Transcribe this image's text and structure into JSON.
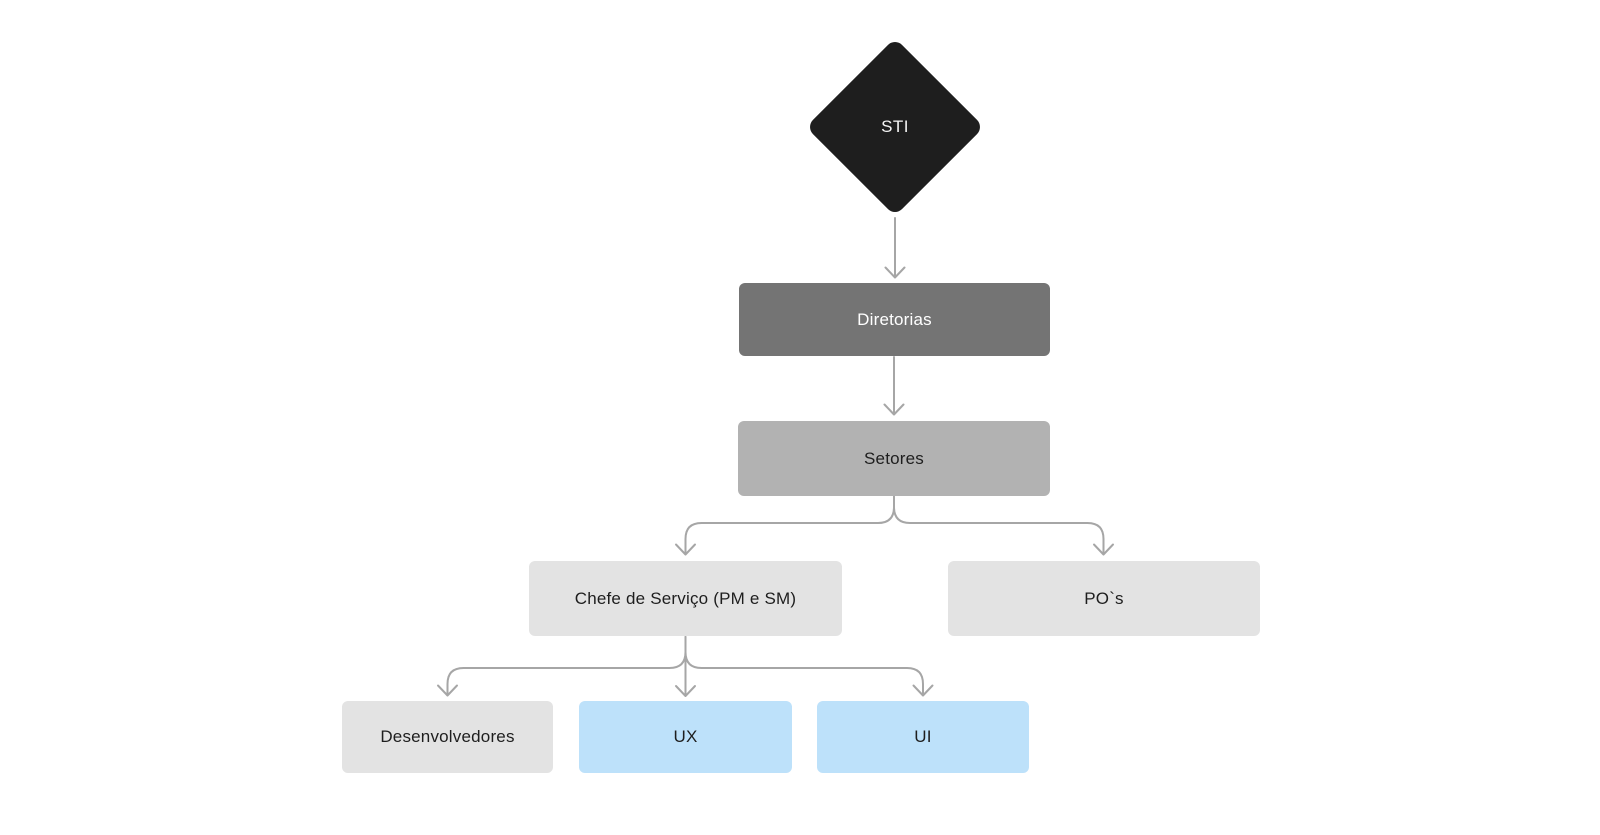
{
  "diagram": {
    "background_color": "#ffffff",
    "connector_color": "#a6a6a6",
    "nodes": {
      "sti": {
        "label": "STI",
        "shape": "diamond",
        "fill": "#1e1e1e",
        "text_color": "#f5f5f5"
      },
      "diretorias": {
        "label": "Diretorias",
        "shape": "rectangle",
        "fill": "#747474",
        "text_color": "#ffffff"
      },
      "setores": {
        "label": "Setores",
        "shape": "rectangle",
        "fill": "#b2b2b2",
        "text_color": "#1e1e1e"
      },
      "chefe": {
        "label": "Chefe de Serviço (PM e SM)",
        "shape": "rectangle",
        "fill": "#e3e3e3",
        "text_color": "#1e1e1e"
      },
      "pos": {
        "label": "PO`s",
        "shape": "rectangle",
        "fill": "#e3e3e3",
        "text_color": "#1e1e1e"
      },
      "desenvolvedores": {
        "label": "Desenvolvedores",
        "shape": "rectangle",
        "fill": "#e3e3e3",
        "text_color": "#1e1e1e"
      },
      "ux": {
        "label": "UX",
        "shape": "rectangle",
        "fill": "#bde1fa",
        "text_color": "#1e1e1e"
      },
      "ui": {
        "label": "UI",
        "shape": "rectangle",
        "fill": "#bde1fa",
        "text_color": "#1e1e1e"
      }
    },
    "edges": [
      {
        "from": "sti",
        "to": "diretorias"
      },
      {
        "from": "diretorias",
        "to": "setores"
      },
      {
        "from": "setores",
        "to": "chefe"
      },
      {
        "from": "setores",
        "to": "pos"
      },
      {
        "from": "chefe",
        "to": "desenvolvedores"
      },
      {
        "from": "chefe",
        "to": "ux"
      },
      {
        "from": "chefe",
        "to": "ui"
      }
    ]
  }
}
